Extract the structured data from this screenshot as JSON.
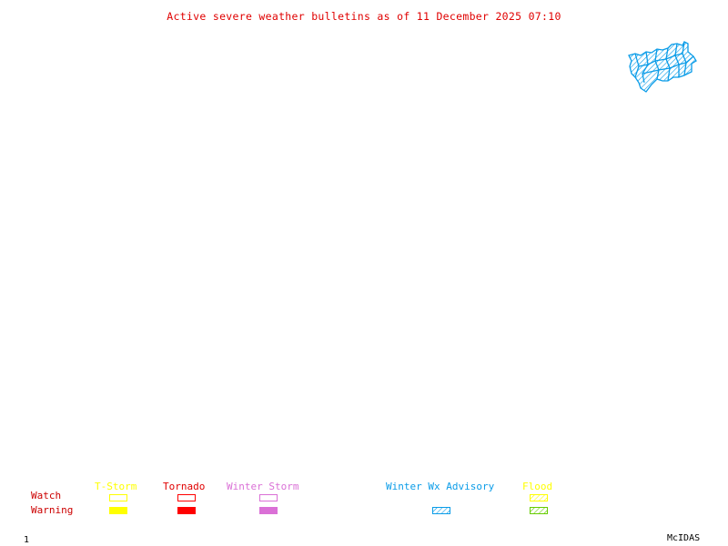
{
  "title": "Active severe weather bulletins as of 11 December 2025 07:10",
  "map": {
    "highlighted_region": "winter-wx-advisory-area",
    "region_color": "#0a9ce8"
  },
  "legend": {
    "rows": [
      "Watch",
      "Warning"
    ],
    "row_label_color": "#cc0000",
    "categories": [
      {
        "name": "T-Storm",
        "color": "#ffff00",
        "watch": "outline",
        "warning": "solid"
      },
      {
        "name": "Tornado",
        "color": "#ff0000",
        "watch": "outline",
        "warning": "solid"
      },
      {
        "name": "Winter Storm",
        "color": "#da70d6",
        "watch": "outline",
        "warning": "solid"
      },
      {
        "name": "Winter Wx Advisory",
        "color": "#0a9ce8",
        "watch": "none",
        "warning": "hatched"
      },
      {
        "name": "Flood",
        "color": "#ffff00",
        "watch": "hatched",
        "warning": "hatched",
        "warning_color": "#66cc00"
      }
    ]
  },
  "footer": {
    "frame_number": "1",
    "software": "McIDAS"
  }
}
